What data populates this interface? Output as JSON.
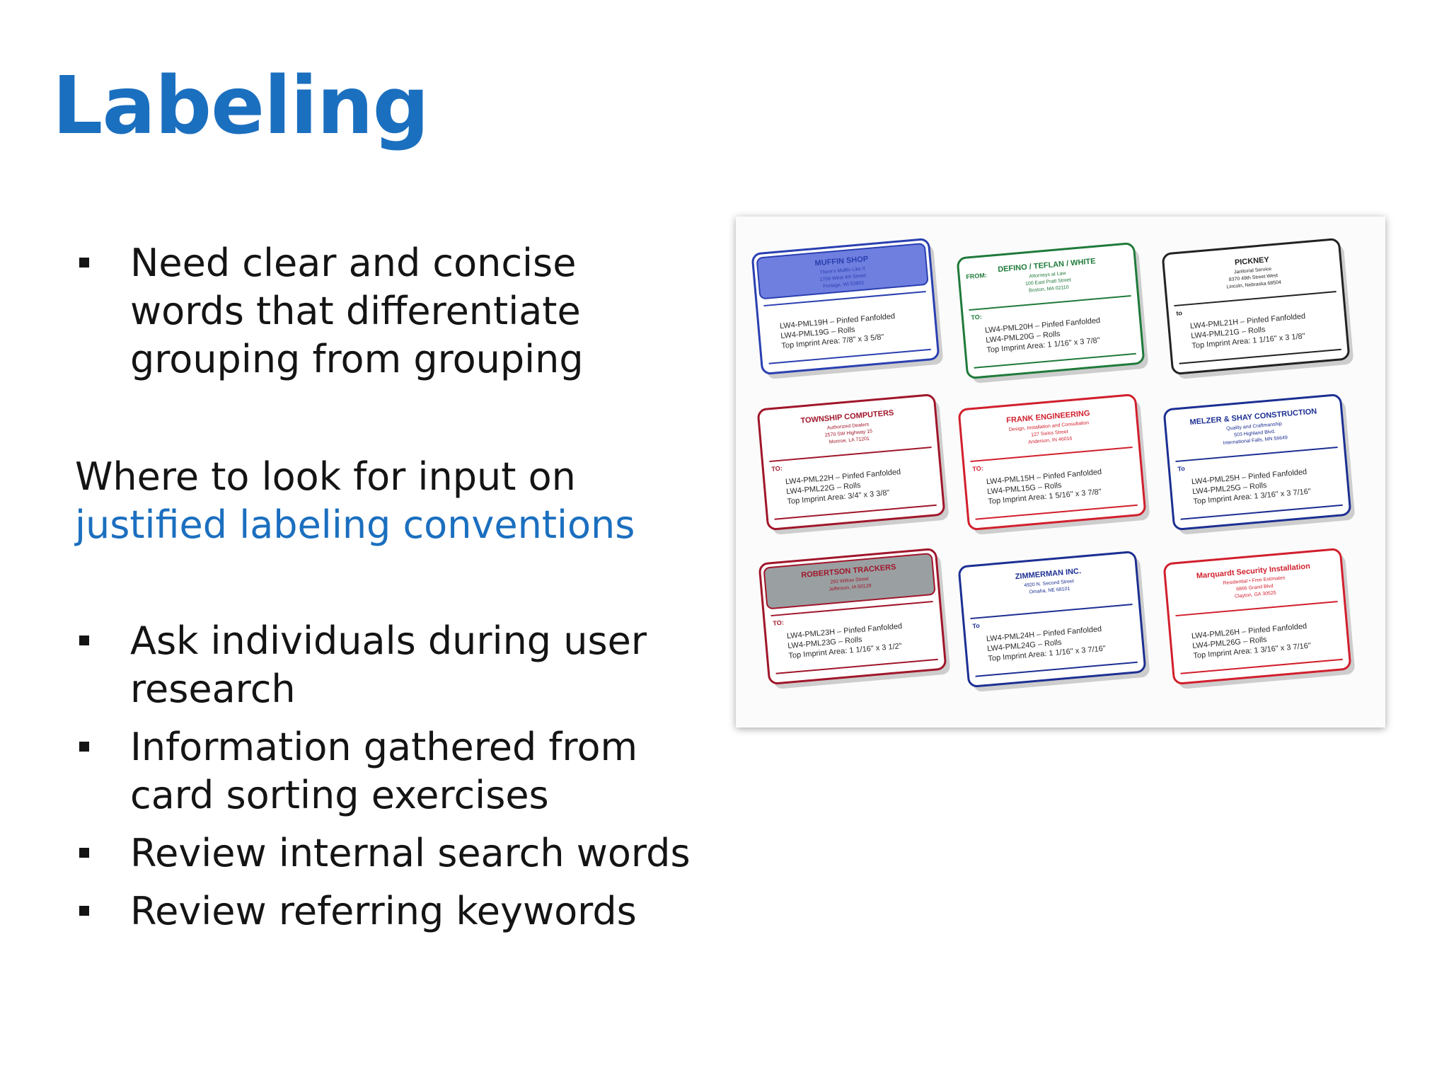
{
  "slide": {
    "title": "Labeling",
    "bullets_top": [
      "Need clear and concise words that differentiate grouping from grouping"
    ],
    "paragraph": {
      "text": "Where to look for input on",
      "highlight": "justified labeling conventions"
    },
    "bullets_bottom": [
      "Ask individuals during user research",
      "Information gathered from card sorting exercises",
      "Review internal search words",
      "Review referring keywords"
    ],
    "colors": {
      "accent": "#1b6fbf",
      "text": "#141414"
    }
  },
  "labels_image": {
    "labels": [
      {
        "name": "MUFFIN SHOP",
        "addr1": "There's Muffin Like It",
        "addr2": "1706 West 4th Street",
        "addr3": "Portage, WI 53901",
        "h": "LW4-PML19H – Pinfed Fanfolded",
        "g": "LW4-PML19G – Rolls",
        "imprint": "Top Imprint Area: 7/8\" x 3 5/8\"",
        "color": "#2a3fb0",
        "fill": "#6f7fe0"
      },
      {
        "name": "DEFINO / TEFLAN / WHITE",
        "addr1": "Attorneys at Law",
        "addr2": "100 East Pratt Street",
        "addr3": "Boston, MA 02110",
        "from": "FROM:",
        "to": "TO:",
        "h": "LW4-PML20H – Pinfed Fanfolded",
        "g": "LW4-PML20G – Rolls",
        "imprint": "Top Imprint Area: 1 1/16\" x 3 7/8\"",
        "color": "#1f7a3a",
        "fill": "#ffffff"
      },
      {
        "name": "PICKNEY",
        "addr1": "Janitorial Service",
        "addr2": "8370 49th Street West",
        "addr3": "Lincoln, Nebraska 68504",
        "to": "to",
        "h": "LW4-PML21H – Pinfed Fanfolded",
        "g": "LW4-PML21G – Rolls",
        "imprint": "Top Imprint Area: 1 1/16\" x 3 1/8\"",
        "color": "#222222",
        "fill": "#ffffff"
      },
      {
        "name": "TOWNSHIP COMPUTERS",
        "addr1": "Authorized Dealers",
        "addr2": "2570 SW Highway 15",
        "addr3": "Monroe, LA 71201",
        "to": "TO:",
        "h": "LW4-PML22H – Pinfed Fanfolded",
        "g": "LW4-PML22G – Rolls",
        "imprint": "Top Imprint Area: 3/4\" x 3 3/8\"",
        "color": "#a0162a",
        "fill": "#ffffff"
      },
      {
        "name": "FRANK ENGINEERING",
        "addr1": "Design, Installation and Consultation",
        "addr2": "127 Swiss Street",
        "addr3": "Anderson, IN 46016",
        "to": "TO:",
        "h": "LW4-PML15H – Pinfed Fanfolded",
        "g": "LW4-PML15G – Rolls",
        "imprint": "Top Imprint Area: 1 5/16\" x 3 7/8\"",
        "color": "#d11f2c",
        "fill": "#ffffff"
      },
      {
        "name": "MELZER & SHAY CONSTRUCTION",
        "addr1": "Quality and Craftmanship",
        "addr2": "503 Highland Blvd.",
        "addr3": "International Falls, MN 56649",
        "to": "To",
        "h": "LW4-PML25H – Pinfed Fanfolded",
        "g": "LW4-PML25G – Rolls",
        "imprint": "Top Imprint Area: 1 3/16\" x 3 7/16\"",
        "color": "#1c2f92",
        "fill": "#ffffff"
      },
      {
        "name": "ROBERTSON TRACKERS",
        "addr1": "293 Willow Street",
        "addr2": "Jefferson, IA 50129",
        "addr3": "",
        "to": "TO:",
        "h": "LW4-PML23H – Pinfed Fanfolded",
        "g": "LW4-PML23G – Rolls",
        "imprint": "Top Imprint Area: 1 1/16\" x 3 1/2\"",
        "color": "#a0162a",
        "fill": "#9aa0a2"
      },
      {
        "name": "ZIMMERMAN INC.",
        "addr1": "4920 N. Second Street",
        "addr2": "Omaha, NE 68101",
        "addr3": "",
        "to": "To",
        "h": "LW4-PML24H – Pinfed Fanfolded",
        "g": "LW4-PML24G – Rolls",
        "imprint": "Top Imprint Area: 1 1/16\" x 3 7/16\"",
        "color": "#1c2f92",
        "fill": "#ffffff"
      },
      {
        "name": "Marquardt Security Installation",
        "addr1": "Residential • Free Estimates",
        "addr2": "6866 Grand Blvd",
        "addr3": "Clayton, GA 30525",
        "h": "LW4-PML26H – Pinfed Fanfolded",
        "g": "LW4-PML26G – Rolls",
        "imprint": "Top Imprint Area: 1 3/16\" x 3 7/16\"",
        "color": "#d11f2c",
        "fill": "#ffffff"
      }
    ]
  }
}
